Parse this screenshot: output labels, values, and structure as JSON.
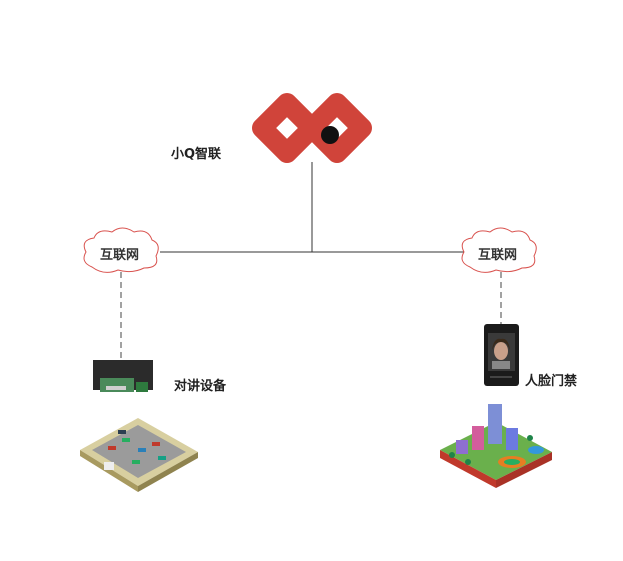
{
  "nodes": {
    "platform": {
      "label": "小Q智联",
      "brand_color": "#d0443a"
    },
    "cloud_left": {
      "label": "互联网"
    },
    "cloud_right": {
      "label": "互联网"
    },
    "intercom": {
      "label": "对讲设备"
    },
    "face_access": {
      "label": "人脸门禁"
    }
  },
  "colors": {
    "line": "#333333",
    "cloud_stroke": "#d9534f",
    "device_dark": "#2b2b2b"
  },
  "icons": [
    "logo-icon",
    "cloud-icon",
    "intercom-device-icon",
    "face-terminal-icon",
    "parking-lot-icon",
    "community-icon"
  ]
}
